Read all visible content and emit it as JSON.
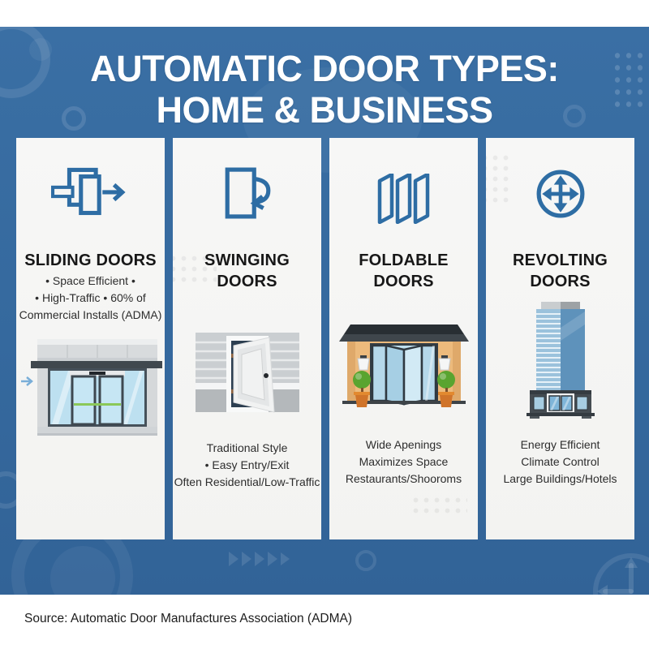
{
  "title": {
    "line1": "AUTOMATIC DOOR TYPES:",
    "line2": "HOME & BUSINESS"
  },
  "cards": [
    {
      "heading": "SLIDING DOORS",
      "icon": "sliding-door-icon",
      "lines": [
        "• Space Efficient •",
        "• High-Traffic • 60% of",
        "Commercial Installs (ADMA)"
      ]
    },
    {
      "heading": "SWINGING\nDOORS",
      "icon": "swinging-door-icon",
      "lines": [
        "Traditional Style",
        "• Easy Entry/Exit",
        "Often Residential/Low-Traffic"
      ]
    },
    {
      "heading": "FOLDABLE\nDOORS",
      "icon": "foldable-door-icon",
      "lines": [
        "Wide Apenings",
        "Maximizes Space",
        "Restaurants/Shooroms"
      ]
    },
    {
      "heading": "REVOLTING\nDOORS",
      "icon": "revolving-door-icon",
      "lines": [
        "Energy Efficient",
        "Climate Control",
        "Large Buildings/Hotels"
      ]
    }
  ],
  "footer": {
    "source": "Source: Automatic Door Manufactures Association (ADMA)"
  },
  "colors": {
    "background_blue": "#35699e",
    "icon_blue": "#2e6da4",
    "card_background": "#f5f5f4",
    "accent_green": "#8bc858",
    "heading_text": "#171717",
    "body_text": "#2d2d2d"
  }
}
